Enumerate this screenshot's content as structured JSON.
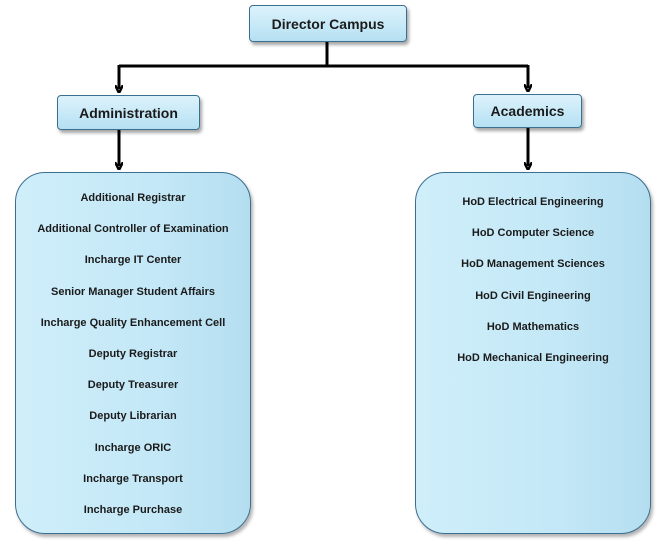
{
  "chart": {
    "root": {
      "label": "Director Campus"
    },
    "branches": [
      {
        "label": "Administration",
        "items": [
          "Additional Registrar",
          "Additional Controller of Examination",
          "Incharge IT Center",
          "Senior Manager Student Affairs",
          "Incharge Quality Enhancement Cell",
          "Deputy Registrar",
          "Deputy Treasurer",
          "Deputy Librarian",
          "Incharge ORIC",
          "Incharge Transport",
          "Incharge Purchase"
        ]
      },
      {
        "label": "Academics",
        "items": [
          "HoD Electrical Engineering",
          "HoD Computer Science",
          "HoD Management Sciences",
          "HoD Civil Engineering",
          "HoD Mathematics",
          "HoD Mechanical Engineering"
        ]
      }
    ]
  }
}
